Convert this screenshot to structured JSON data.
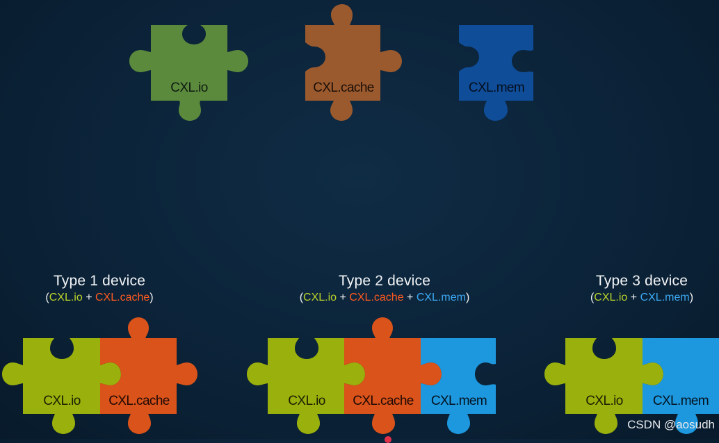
{
  "colors": {
    "io_top": "#5b8a3c",
    "cache_top": "#9b5a2e",
    "mem_top": "#0f4d99",
    "io": "#9ab00c",
    "cache": "#d9531a",
    "mem": "#1d97dd",
    "io_text": "#b9d22a",
    "cache_text": "#ff5a1f",
    "mem_text": "#3ca8f2",
    "gap": "#0b2237"
  },
  "top_row": {
    "io_label": "CXL.io",
    "cache_label": "CXL.cache",
    "mem_label": "CXL.mem"
  },
  "type1": {
    "title": "Type 1 device",
    "open": "(",
    "io": "CXL.io",
    "plus1": " + ",
    "cache": "CXL.cache",
    "close": ")",
    "pieces": [
      "CXL.io",
      "CXL.cache"
    ]
  },
  "type2": {
    "title": "Type 2 device",
    "open": "(",
    "io": "CXL.io",
    "plus1": " + ",
    "cache": "CXL.cache",
    "plus2": " + ",
    "mem": "CXL.mem",
    "close": ")",
    "pieces": [
      "CXL.io",
      "CXL.cache",
      "CXL.mem"
    ]
  },
  "type3": {
    "title": "Type 3 device",
    "open": "(",
    "io": "CXL.io",
    "plus1": " + ",
    "mem": "CXL.mem",
    "close": ")",
    "pieces": [
      "CXL.io",
      "CXL.mem"
    ]
  },
  "watermark": "CSDN @aosudh"
}
